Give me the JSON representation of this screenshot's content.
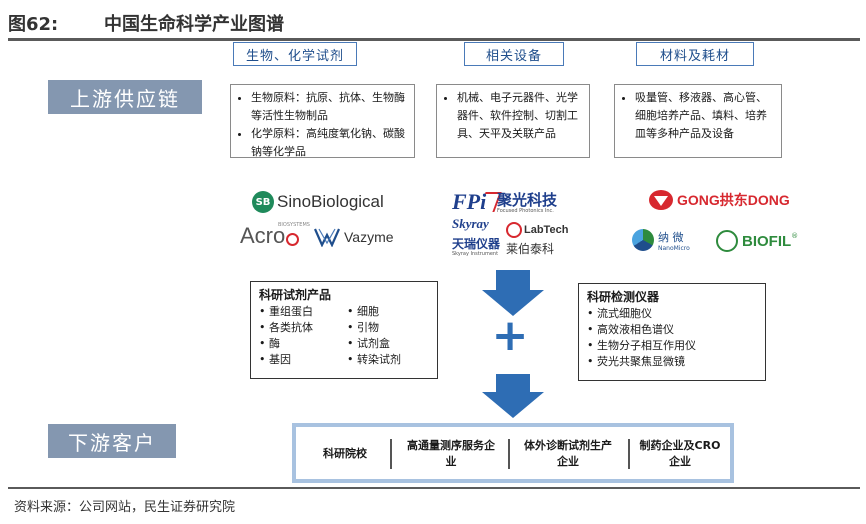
{
  "header": {
    "figure_number": "图62:",
    "title": "中国生命科学产业图谱"
  },
  "upstream": {
    "label": "上游供应链",
    "categories": [
      {
        "title": "生物、化学试剂",
        "items": [
          "生物原料：抗原、抗体、生物酶等活性生物制品",
          "化学原料：高纯度氧化钠、碳酸钠等化学品"
        ]
      },
      {
        "title": "相关设备",
        "items": [
          "机械、电子元器件、光学器件、软件控制、切割工具、天平及关联产品"
        ]
      },
      {
        "title": "材料及耗材",
        "items": [
          "吸量管、移液器、高心管、细胞培养产品、填料、培养皿等多种产品及设备"
        ]
      }
    ],
    "logos": {
      "sino_badge": "SB",
      "sino_name": "SinoBiological",
      "acro_small": "BIOSYSTEMS",
      "acro_name": "Acro",
      "vazyme_name": "Vazyme",
      "fpi_mark": "FPi",
      "fpi_cn": "聚光科技",
      "fpi_en": "Focused Photonics Inc.",
      "skyray_name": "Skyray",
      "skyray_cn": "天瑞仪器",
      "skyray_en": "Skyray Instrument",
      "labtech_name": "LabTech",
      "labtech_cn": "莱伯泰科",
      "gong_name": "GONG拱东DONG",
      "nano_cn": "纳 微",
      "nano_en": "NanoMicro",
      "biofil_name": "BIOFIL",
      "biofil_reg": "®"
    }
  },
  "midstream": {
    "reagents": {
      "title": "科研试剂产品",
      "col1": [
        "重组蛋白",
        "各类抗体",
        "酶",
        "基因"
      ],
      "col2": [
        "细胞",
        "引物",
        "试剂盒",
        "转染试剂"
      ]
    },
    "plus": "+",
    "instruments": {
      "title": "科研检测仪器",
      "items": [
        "流式细胞仪",
        "高效液相色谱仪",
        "生物分子相互作用仪",
        "荧光共聚焦显微镜"
      ]
    }
  },
  "downstream": {
    "label": "下游客户",
    "customers": [
      "科研院校",
      "高通量测序服务企业",
      "体外诊断试剂生产企业",
      "制药企业及CRO企业"
    ]
  },
  "footer": {
    "source": "资料来源：公司网站，民生证券研究院"
  },
  "colors": {
    "section_label": "#8497b0",
    "accent_blue": "#2e6db4",
    "panel_border": "#a8c2e0",
    "gong_red": "#d7282f",
    "biofil_green": "#2e8b3d"
  }
}
